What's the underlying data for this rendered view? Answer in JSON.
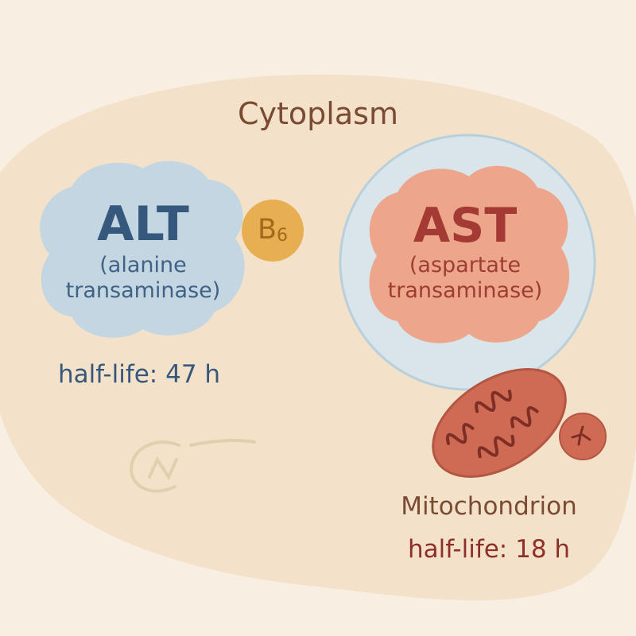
{
  "cytoplasm": {
    "title": "Cytoplasm"
  },
  "alt": {
    "abbr": "ALT",
    "full_line1": "(alanine",
    "full_line2": "transaminase)",
    "half_life": "half-life: 47 h"
  },
  "cofactor": {
    "label_base": "B",
    "label_sub": "6"
  },
  "ast": {
    "abbr": "AST",
    "full_line1": "(aspartate",
    "full_line2": "transaminase)",
    "half_life": "half-life: 18 h"
  },
  "mitochondrion": {
    "label": "Mitochondrion"
  },
  "colors": {
    "background": "#f8efe2",
    "cytoplasm": "#f3e2c9",
    "alt_blob": "#c3d6e2",
    "ast_blob": "#eda58c",
    "mitochondrion_membrane": "#d9e5ea",
    "b6": "#e8ae52",
    "mitochondrion": "#cf6b55"
  },
  "icons": [
    "b6-cofactor-icon",
    "mitochondrion-icon",
    "mitochondrion-fragment-icon",
    "logo-watermark"
  ]
}
